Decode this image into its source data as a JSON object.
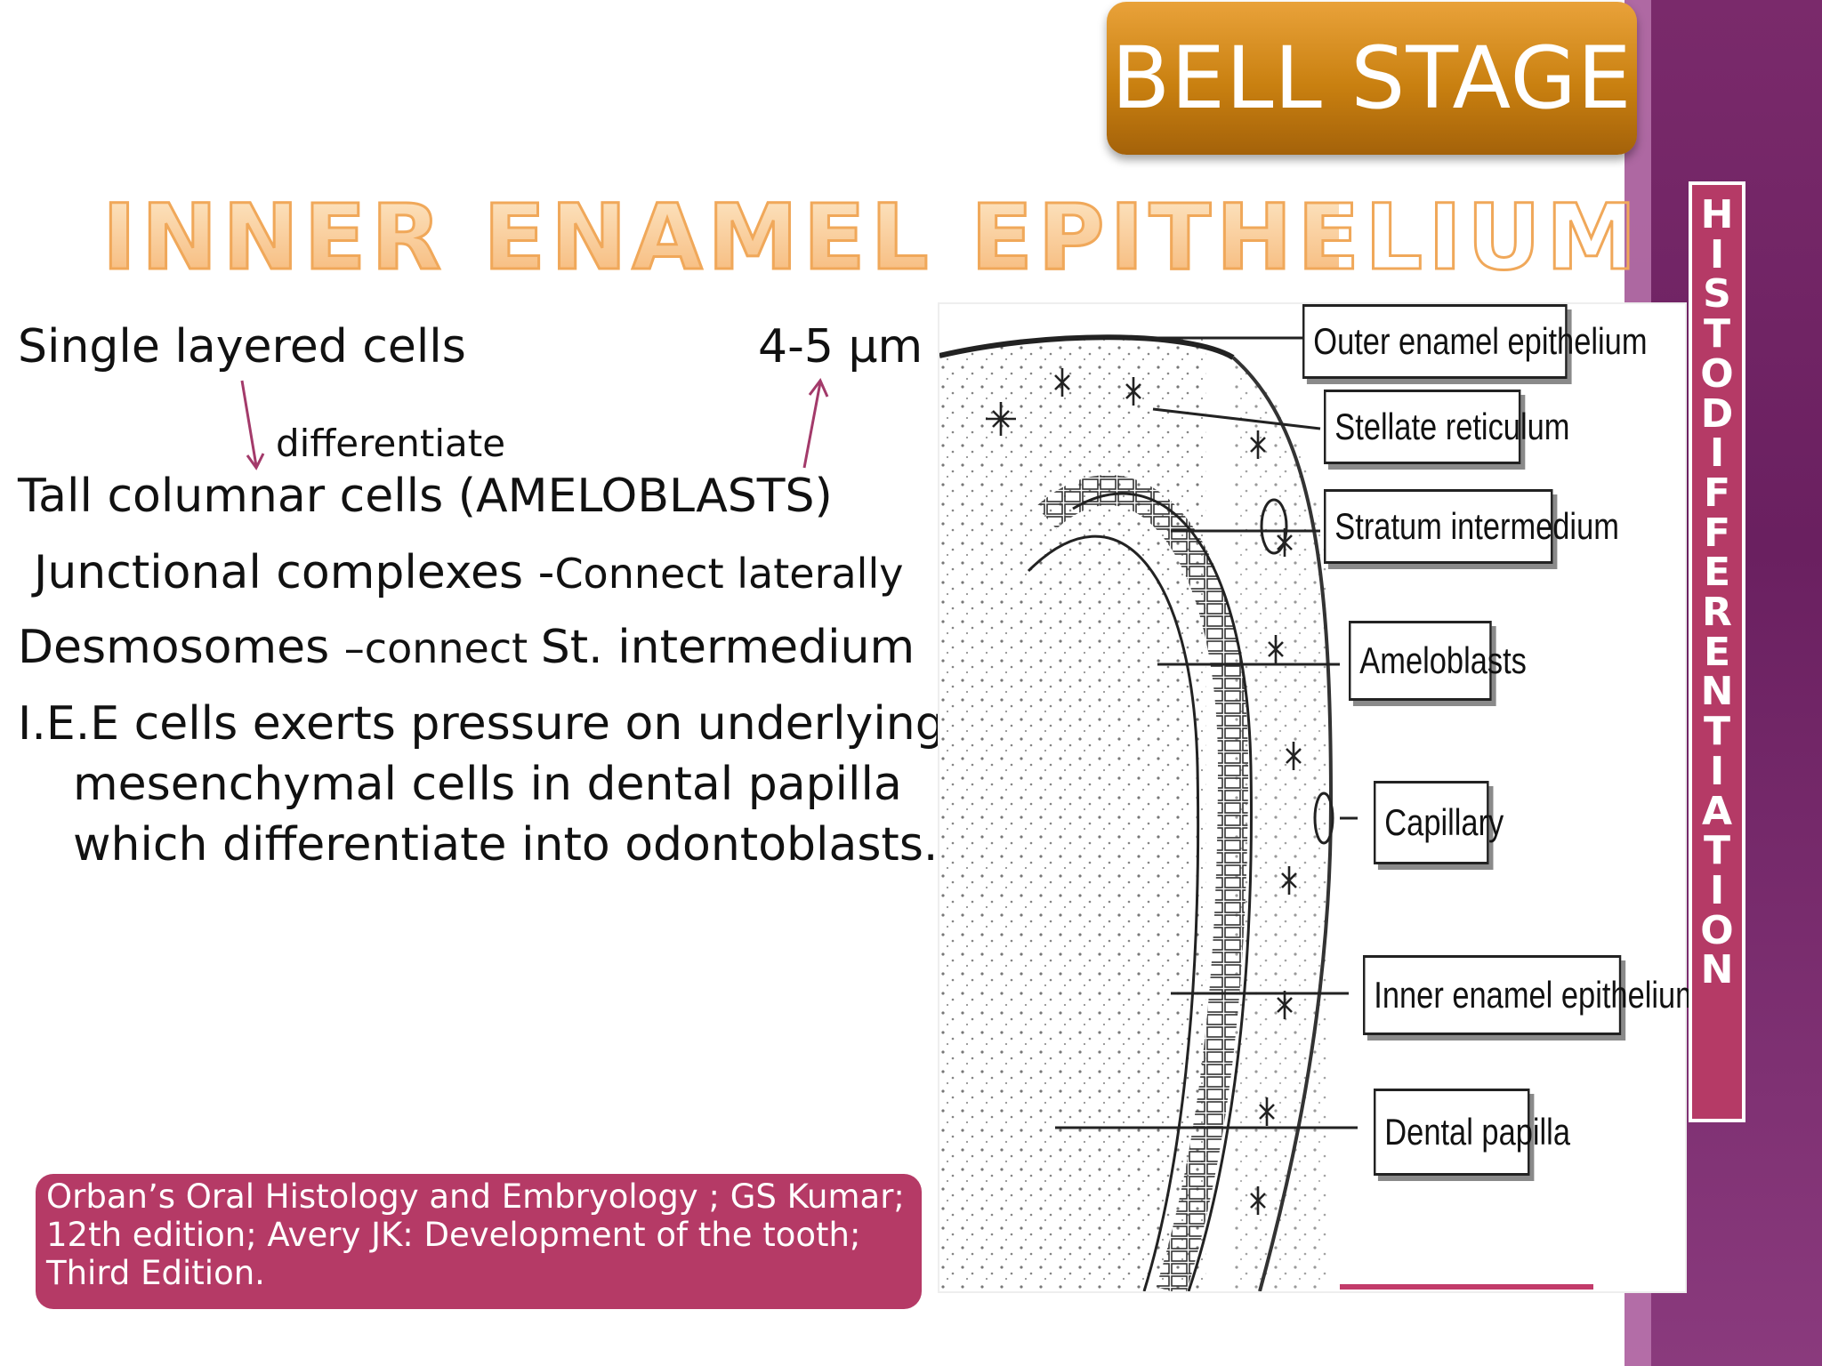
{
  "title_tab": "BELL STAGE",
  "heading": "INNER ENAMEL EPITHELIUM",
  "body": {
    "line1_left": "Single layered cells",
    "line1_right": "4-5 μm",
    "arrow_label": "differentiate",
    "line2": "Tall columnar cells (AMELOBLASTS)",
    "line3_main": "Junctional complexes -",
    "line3_small": "Connect laterally",
    "line4_main": "Desmosomes ",
    "line4_small": "–connect ",
    "line4_end": "St. intermedium",
    "line5": "I.E.E cells exerts pressure on underlying",
    "line6": "mesenchymal cells in dental papilla",
    "line7": "which differentiate into odontoblasts."
  },
  "diagram_labels": {
    "outer": "Outer enamel epithelium",
    "stellate": "Stellate reticulum",
    "stratum": "Stratum intermedium",
    "ameloblasts": "Ameloblasts",
    "capillary": "Capillary",
    "inner": "Inner  enamel epithelium",
    "papilla": "Dental papilla"
  },
  "side_label": [
    "H",
    "I",
    "S",
    "T",
    "O",
    "D",
    "I",
    "F",
    "F",
    "E",
    "R",
    "E",
    "N",
    "T",
    "I",
    "A",
    "T",
    "I",
    "O",
    "N"
  ],
  "reference": {
    "line1": "Orban’s Oral Histology and Embryology ; GS Kumar;",
    "line2": "12th edition; Avery JK: Development of the tooth;",
    "line3": "Third Edition."
  },
  "colors": {
    "title_tab": "#c98010",
    "heading_outline": "#f0a85a",
    "accent_box": "#b53a66",
    "right_band": "#6a2060",
    "arrow": "#a33a6a"
  }
}
